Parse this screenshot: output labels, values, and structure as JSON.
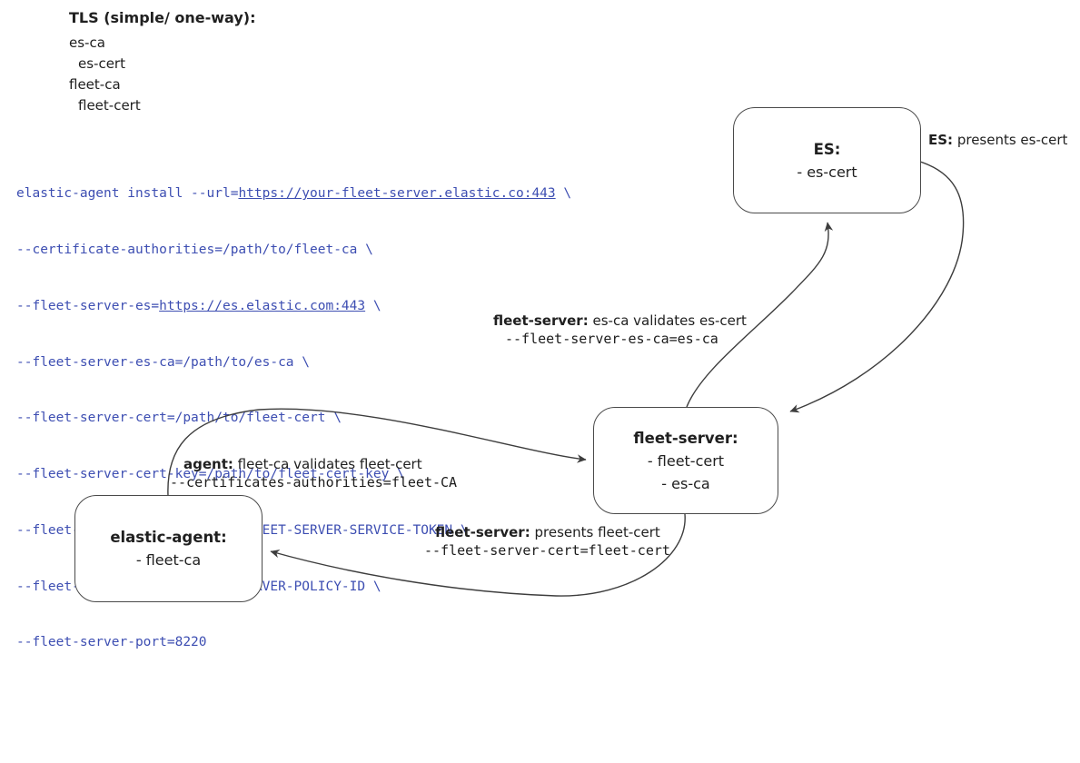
{
  "legend": {
    "title": "TLS (simple/ one-way):",
    "items": [
      {
        "label": "es-ca",
        "indented": false
      },
      {
        "label": "es-cert",
        "indented": true
      },
      {
        "label": "fleet-ca",
        "indented": false
      },
      {
        "label": "fleet-cert",
        "indented": true
      }
    ]
  },
  "command": {
    "line1_pre": "elastic-agent install --url=",
    "line1_link": "https://your-fleet-server.elastic.co:443",
    "line1_post": " \\",
    "line2": "--certificate-authorities=/path/to/fleet-ca \\",
    "line3_pre": "--fleet-server-es=",
    "line3_link": "https://es.elastic.com:443",
    "line3_post": " \\",
    "line4": "--fleet-server-es-ca=/path/to/es-ca \\",
    "line5": "--fleet-server-cert=/path/to/fleet-cert \\",
    "line6": "--fleet-server-cert-key=/path/to/fleet-cert-key \\",
    "line7": "--fleet-server-service-token=FLEET-SERVER-SERVICE-TOKEN \\",
    "line8": "--fleet-server-policy=FLEET-SERVER-POLICY-ID \\",
    "line9": "--fleet-server-port=8220"
  },
  "nodes": {
    "es": {
      "title": "ES:",
      "line1": "- es-cert"
    },
    "fleet_server": {
      "title": "fleet-server:",
      "line1": "- fleet-cert",
      "line2": "- es-ca"
    },
    "elastic_agent": {
      "title": "elastic-agent:",
      "line1": "- fleet-ca"
    }
  },
  "edge_labels": {
    "es_presents": {
      "prefix": "ES:",
      "text": " presents es-cert"
    },
    "fleet_validates": {
      "prefix": "fleet-server:",
      "text": " es-ca validates es-cert",
      "code": "--fleet-server-es-ca=es-ca"
    },
    "agent_validates": {
      "prefix": "agent:",
      "text": " fleet-ca validates fleet-cert",
      "code": "--certificates-authorities=fleet-CA"
    },
    "fleet_presents": {
      "prefix": "fleet-server:",
      "text": " presents fleet-cert",
      "code": "--fleet-server-cert=fleet-cert"
    }
  },
  "colors": {
    "command_text": "#3d4eb2",
    "edge_line": "#3d3d3d",
    "node_border": "#4a4a4a",
    "text": "#202020",
    "background": "#ffffff"
  }
}
